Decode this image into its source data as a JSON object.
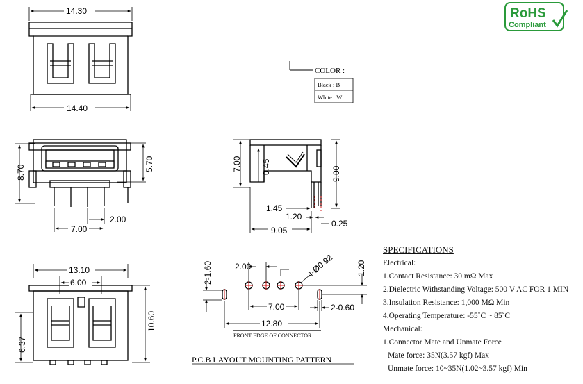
{
  "dimensions": {
    "top_width": "14.30",
    "bottom_width": "14.40",
    "front_height": "8.70",
    "front_inner_height": "5.70",
    "front_pitch": "2.00",
    "front_pin_span": "7.00",
    "side_height": "7.00",
    "side_thickness": "0.45",
    "side_total_height": "9.00",
    "side_pin_offset": "1.45",
    "side_pin_width": "1.20",
    "side_tail": "0.25",
    "side_depth": "9.05",
    "bottom_width_outer": "13.10",
    "bottom_width_inner": "6.00",
    "bottom_height_left": "6.37",
    "bottom_height_right": "10.60",
    "pcb_slot": "2-1.60",
    "pcb_pitch": "2.00",
    "pcb_hole": "4-Ø0.92",
    "pcb_row_offset": "1.20",
    "pcb_span": "7.00",
    "pcb_slot_width": "2-0.60",
    "pcb_total": "12.80"
  },
  "labels": {
    "front_edge": "FRONT EDGE OF CONNECTOR",
    "pcb_title": "P.C.B LAYOUT MOUNTING PATTERN"
  },
  "color_table": {
    "title": "COLOR :",
    "rows": [
      "Black : B",
      "White : W"
    ]
  },
  "rohs": {
    "line1": "RoHS",
    "line2": "Compliant",
    "color": "#2a9a3a"
  },
  "specifications": {
    "title": "SPECIFICATIONS",
    "electrical_head": "Electrical:",
    "electrical": [
      "1.Contact Resistance: 30 mΩ Max",
      "2.Dielectric Withstanding Voltage: 500 V AC FOR 1 MIN",
      "3.Insulation Resistance: 1,000 MΩ Min",
      "4.Operating Temperature: -55˚C ~ 85˚C"
    ],
    "mechanical_head": "Mechanical:",
    "mechanical": [
      "1.Connector Mate and Unmate Force",
      "Mate force: 35N(3.57 kgf) Max",
      "Unmate force: 10~35N(1.02~3.57 kgf) Min"
    ]
  }
}
